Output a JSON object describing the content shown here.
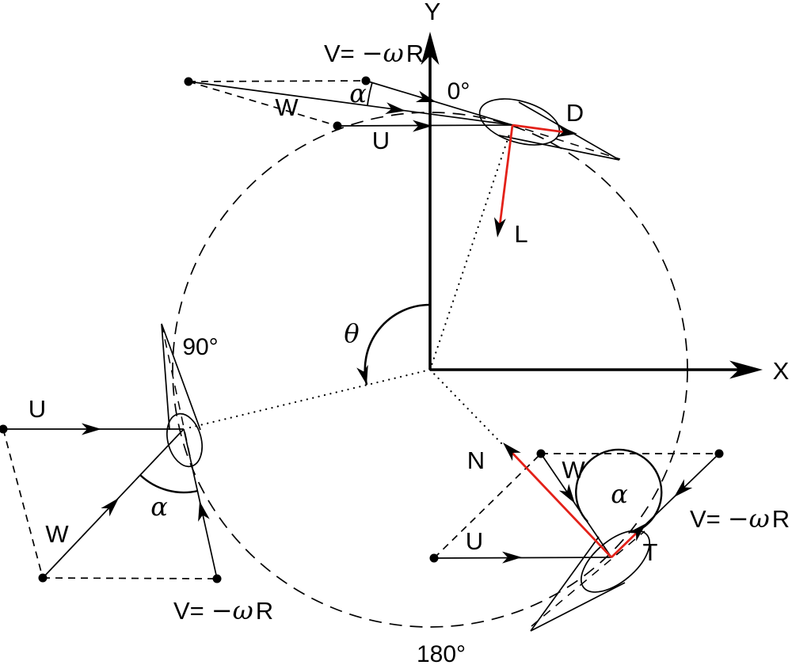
{
  "figure": {
    "axes": {
      "x": "X",
      "y": "Y"
    },
    "azimuth_labels": {
      "deg0": "0°",
      "deg90": "90°",
      "deg180": "180°"
    },
    "greek": {
      "alpha": "α",
      "theta": "θ"
    },
    "vectors": {
      "u": "U",
      "w": "W",
      "v_prefix": "V=",
      "v_omega": "−ω",
      "v_suffix": "R",
      "lift": "L",
      "drag": "D",
      "normal": "N",
      "tangential": "T"
    },
    "colors": {
      "force_red": "#e32119",
      "line_black": "#000000"
    }
  }
}
